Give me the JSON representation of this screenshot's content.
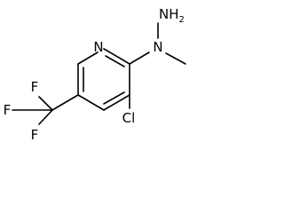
{
  "molecule": {
    "atoms": {
      "ring_nitrogen": "N",
      "hydrazine_nitrogen": "N",
      "hydrazine_terminal": "NH",
      "hydrazine_h_count": "2",
      "chlorine": "Cl",
      "fluorine_top": "F",
      "fluorine_left": "F",
      "fluorine_bottom": "F"
    },
    "colors": {
      "bond": "#000000",
      "label": "#000000",
      "background": "#ffffff"
    }
  }
}
